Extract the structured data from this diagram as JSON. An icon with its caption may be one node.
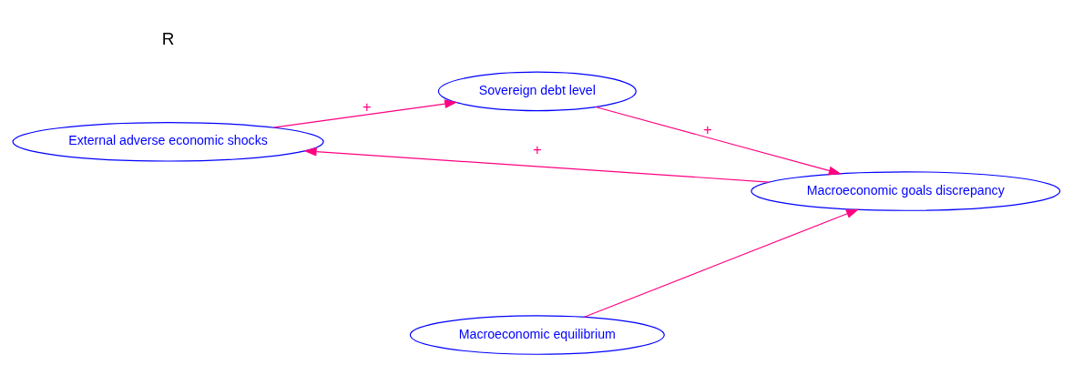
{
  "diagram": {
    "nodes": [
      {
        "text": [
          "External adverse economic shocks"
        ]
      },
      {
        "text": [
          "Sovereign debt level"
        ]
      },
      {
        "text": [
          "Macroeconomic goals discrepancy"
        ]
      },
      {
        "text": [
          "Macroeconomic equilibrium"
        ]
      }
    ],
    "edges": [
      {
        "from": 0,
        "to": 1,
        "arrow": "to",
        "label": "+"
      },
      {
        "from": 1,
        "to": 2,
        "arrow": "to",
        "label": "+"
      },
      {
        "from": 2,
        "to": 0,
        "arrow": "to",
        "label": "+"
      },
      {
        "from": 3,
        "to": 2,
        "arrow": "to"
      }
    ],
    "labels": [
      "R"
    ]
  }
}
